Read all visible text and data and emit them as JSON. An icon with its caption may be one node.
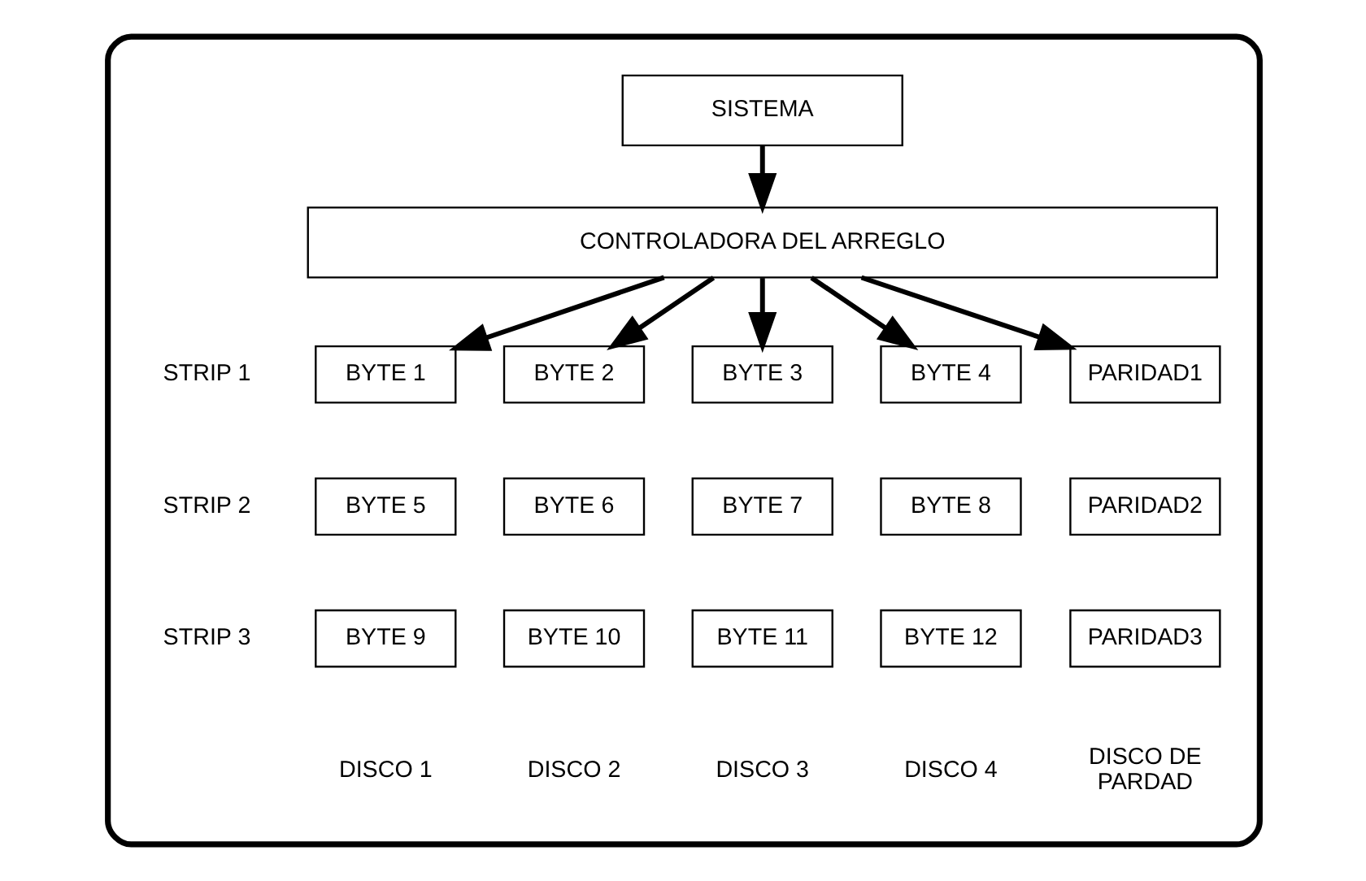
{
  "diagram": {
    "nodes": [
      {
        "text": [],
        "shape": "box"
      },
      {
        "text": [
          "SISTEMA"
        ],
        "in": 0
      },
      {
        "text": [
          "CONTROLADORA DEL ARREGLO"
        ],
        "in": 0
      },
      {
        "text": [
          "BYTE 1"
        ],
        "in": 0
      },
      {
        "text": [
          "BYTE 2"
        ],
        "in": 0
      },
      {
        "text": [
          "BYTE 3"
        ],
        "in": 0
      },
      {
        "text": [
          "BYTE 4"
        ],
        "in": 0
      },
      {
        "text": [
          "PARIDAD1"
        ],
        "in": 0
      },
      {
        "text": [
          "BYTE 5"
        ],
        "in": 0
      },
      {
        "text": [
          "BYTE 6"
        ],
        "in": 0
      },
      {
        "text": [
          "BYTE 7"
        ],
        "in": 0
      },
      {
        "text": [
          "BYTE 8"
        ],
        "in": 0
      },
      {
        "text": [
          "PARIDAD2"
        ],
        "in": 0
      },
      {
        "text": [
          "BYTE 9"
        ],
        "in": 0
      },
      {
        "text": [
          "BYTE 10"
        ],
        "in": 0
      },
      {
        "text": [
          "BYTE 11"
        ],
        "in": 0
      },
      {
        "text": [
          "BYTE 12"
        ],
        "in": 0
      },
      {
        "text": [
          "PARIDAD3"
        ],
        "in": 0
      }
    ],
    "edges": [
      {
        "from": 1,
        "to": 2,
        "arrow": "to"
      },
      {
        "from": 2,
        "to": 3,
        "arrow": "to"
      },
      {
        "from": 2,
        "to": 4,
        "arrow": "to"
      },
      {
        "from": 2,
        "to": 5,
        "arrow": "to"
      },
      {
        "from": 2,
        "to": 6,
        "arrow": "to"
      },
      {
        "from": 2,
        "to": 7,
        "arrow": "to"
      }
    ],
    "labels": [
      "STRIP 1",
      "STRIP 2",
      "STRIP 3",
      "DISCO 1",
      "DISCO 2",
      "DISCO 3",
      "DISCO 4",
      "DISCO DE PARDAD"
    ]
  }
}
